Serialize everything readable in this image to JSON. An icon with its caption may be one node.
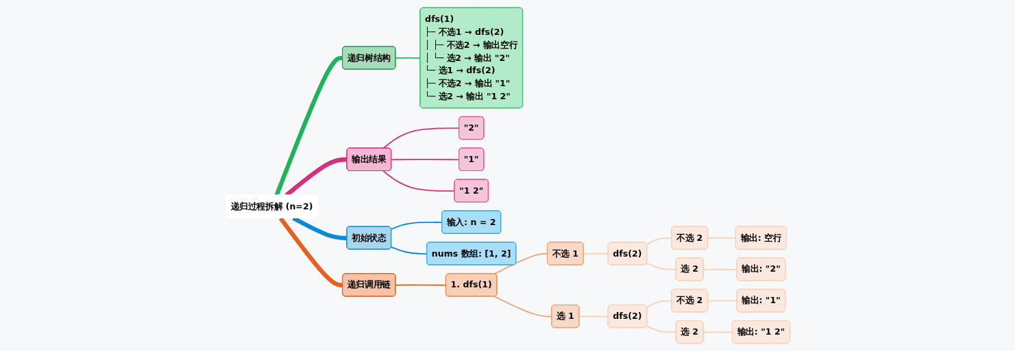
{
  "diagram": {
    "nodes": [
      {
        "text": [
          "递归过程拆解 (n=2)"
        ]
      },
      {
        "text": [
          "递归树结构"
        ]
      },
      {
        "text": [
          "dfs(1)",
          "├─ 不选1 → dfs(2)",
          "│   ├─ 不选2 → 输出空行",
          "│   └─ 选2 → 输出 \"2\"",
          "└─ 选1 → dfs(2)",
          "    ├─ 不选2 → 输出 \"1\"",
          "    └─ 选2 → 输出 \"1 2\""
        ]
      },
      {
        "text": [
          "输出结果"
        ]
      },
      {
        "text": [
          "\"2\""
        ]
      },
      {
        "text": [
          "\"1\""
        ]
      },
      {
        "text": [
          "\"1 2\""
        ]
      },
      {
        "text": [
          "初始状态"
        ]
      },
      {
        "text": [
          "输入: n = 2"
        ]
      },
      {
        "text": [
          "nums 数组: [1, 2]"
        ]
      },
      {
        "text": [
          "递归调用链"
        ]
      },
      {
        "text": [
          "1. dfs(1)"
        ]
      },
      {
        "text": [
          "不选 1"
        ]
      },
      {
        "text": [
          "dfs(2)"
        ]
      },
      {
        "text": [
          "不选 2"
        ]
      },
      {
        "text": [
          "输出: 空行"
        ]
      },
      {
        "text": [
          "选 2"
        ]
      },
      {
        "text": [
          "输出: \"2\""
        ]
      },
      {
        "text": [
          "选 1"
        ]
      },
      {
        "text": [
          "dfs(2)"
        ]
      },
      {
        "text": [
          "不选 2"
        ]
      },
      {
        "text": [
          "输出: \"1\""
        ]
      },
      {
        "text": [
          "选 2"
        ]
      },
      {
        "text": [
          "输出: \"1 2\""
        ]
      }
    ],
    "edges": [
      {
        "from": 0,
        "to": 1,
        "arrow": "none",
        "style": "thick",
        "color": "#1fb45a"
      },
      {
        "from": 1,
        "to": 2,
        "arrow": "none",
        "color": "#1fb45a"
      },
      {
        "from": 0,
        "to": 3,
        "arrow": "none",
        "style": "thick",
        "color": "#d6307a"
      },
      {
        "from": 3,
        "to": 4,
        "arrow": "none",
        "color": "#d6307a"
      },
      {
        "from": 3,
        "to": 5,
        "arrow": "none",
        "color": "#d6307a"
      },
      {
        "from": 3,
        "to": 6,
        "arrow": "none",
        "color": "#d6307a"
      },
      {
        "from": 0,
        "to": 7,
        "arrow": "none",
        "style": "thick",
        "color": "#0a8ad6"
      },
      {
        "from": 7,
        "to": 8,
        "arrow": "none",
        "color": "#0a8ad6"
      },
      {
        "from": 7,
        "to": 9,
        "arrow": "none",
        "color": "#0a8ad6"
      },
      {
        "from": 0,
        "to": 10,
        "arrow": "none",
        "style": "thick",
        "color": "#e8601c"
      },
      {
        "from": 10,
        "to": 11,
        "arrow": "none",
        "color": "#e8601c"
      },
      {
        "from": 11,
        "to": 12,
        "arrow": "none",
        "color": "#f4a06c"
      },
      {
        "from": 11,
        "to": 18,
        "arrow": "none",
        "color": "#f4a06c"
      },
      {
        "from": 12,
        "to": 13,
        "arrow": "none"
      },
      {
        "from": 13,
        "to": 14,
        "arrow": "none"
      },
      {
        "from": 13,
        "to": 16,
        "arrow": "none"
      },
      {
        "from": 14,
        "to": 15,
        "arrow": "none"
      },
      {
        "from": 16,
        "to": 17,
        "arrow": "none"
      },
      {
        "from": 18,
        "to": 19,
        "arrow": "none"
      },
      {
        "from": 19,
        "to": 20,
        "arrow": "none"
      },
      {
        "from": 19,
        "to": 22,
        "arrow": "none"
      },
      {
        "from": 20,
        "to": 21,
        "arrow": "none"
      },
      {
        "from": 22,
        "to": 23,
        "arrow": "none"
      }
    ]
  }
}
